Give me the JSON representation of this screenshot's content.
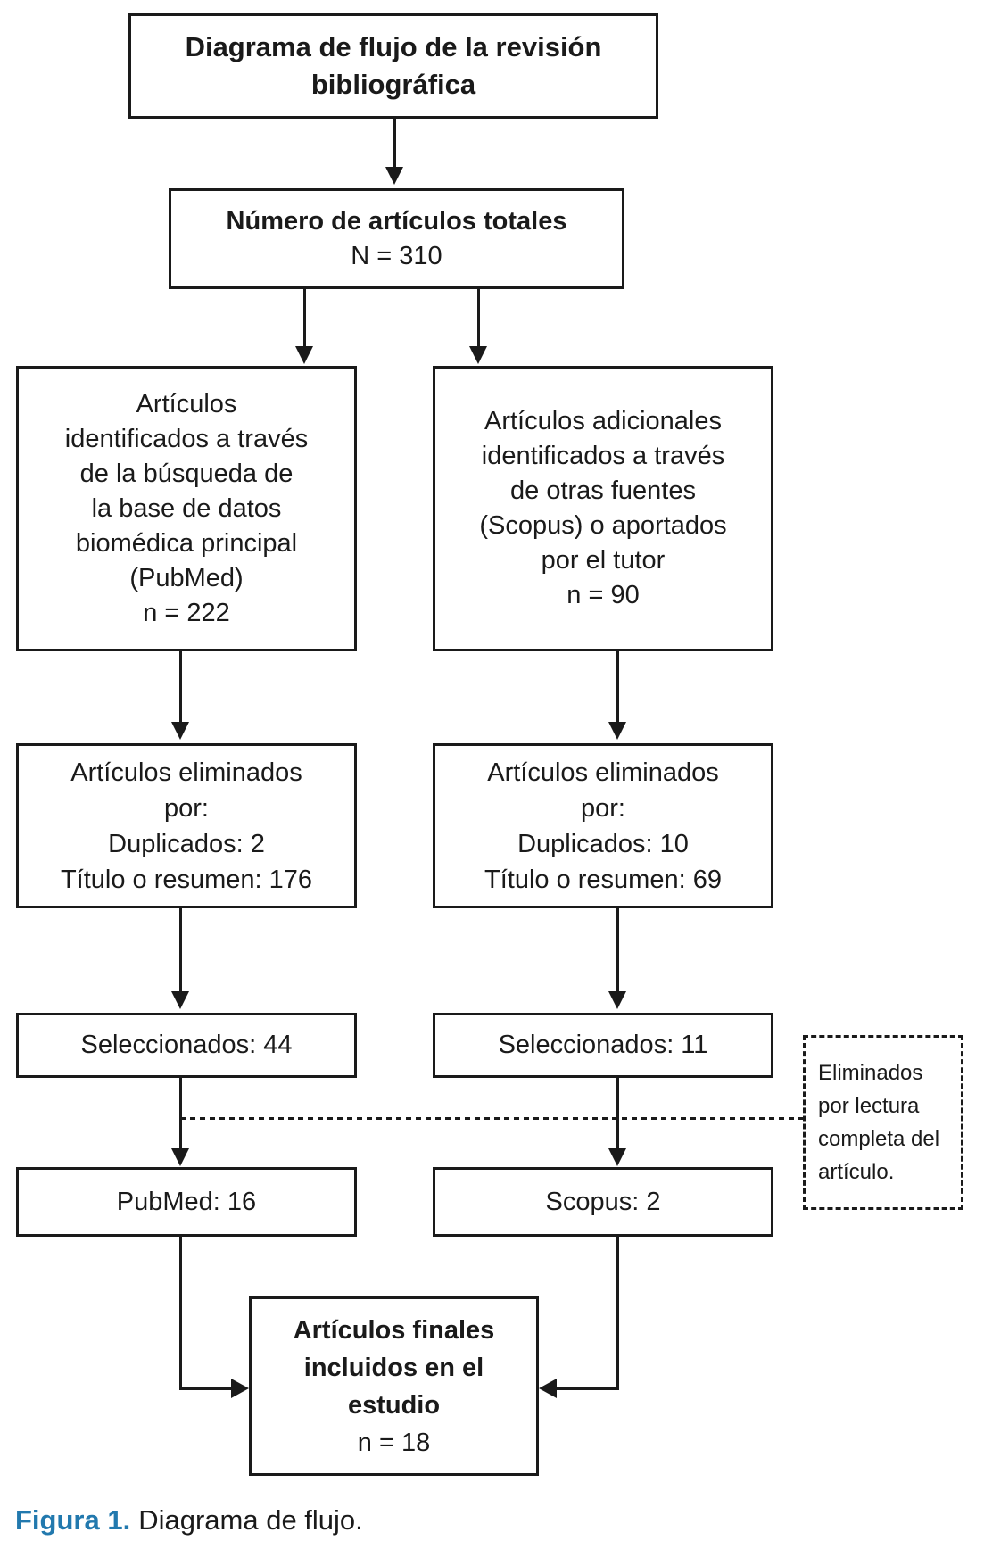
{
  "colors": {
    "line": "#1a1a1a",
    "caption_accent": "#2279ae",
    "background": "#ffffff"
  },
  "diagram": {
    "title_box": {
      "lines": [
        "Diagrama de flujo de la revisión",
        "bibliográfica"
      ]
    },
    "total_box": {
      "title": "Número de artículos totales",
      "count": "N = 310"
    },
    "pubmed_source_box": {
      "lines": [
        "Artículos",
        "identificados a través",
        "de la búsqueda de",
        "la base de datos",
        "biomédica principal",
        "(PubMed)",
        "n = 222"
      ]
    },
    "scopus_source_box": {
      "lines": [
        "Artículos adicionales",
        "identificados a través",
        "de otras fuentes",
        "(Scopus) o aportados",
        "por el tutor",
        "n = 90"
      ]
    },
    "pubmed_excluded_box": {
      "lines": [
        "Artículos eliminados",
        "por:",
        "Duplicados: 2",
        "Título o resumen: 176"
      ]
    },
    "scopus_excluded_box": {
      "lines": [
        "Artículos eliminados",
        "por:",
        "Duplicados: 10",
        "Título o resumen: 69"
      ]
    },
    "pubmed_selected_box": {
      "text": "Seleccionados: 44"
    },
    "scopus_selected_box": {
      "text": "Seleccionados: 11"
    },
    "pubmed_count_box": {
      "text": "PubMed: 16"
    },
    "scopus_count_box": {
      "text": "Scopus: 2"
    },
    "full_text_note_box": {
      "lines": [
        "Eliminados",
        "por lectura",
        "completa del",
        "artículo."
      ]
    },
    "final_box": {
      "bold_lines": [
        "Artículos finales",
        "incluidos en el",
        "estudio"
      ],
      "count": "n = 18"
    }
  },
  "figure_caption": {
    "label": "Figura 1.",
    "text": "Diagrama de flujo."
  }
}
